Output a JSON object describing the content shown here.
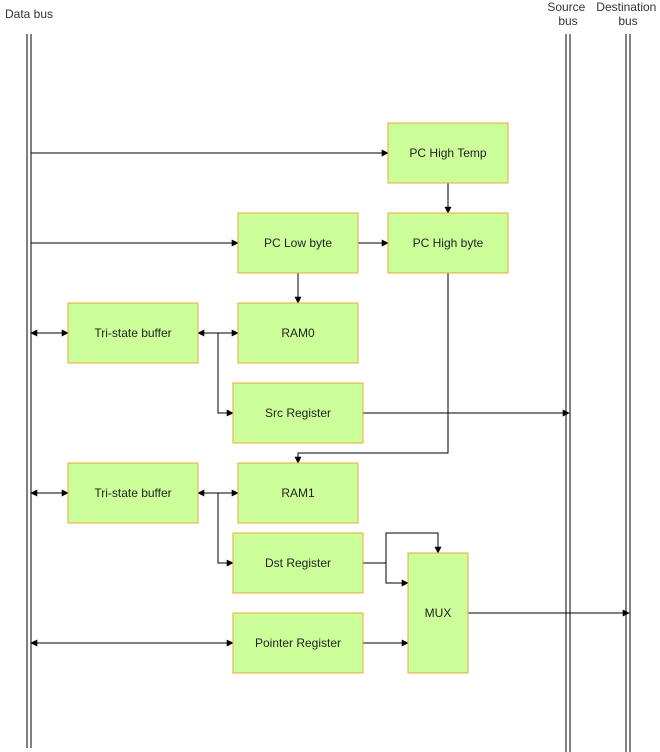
{
  "buses": {
    "data": "Data bus",
    "source_line1": "Source",
    "source_line2": "bus",
    "destination_line1": "Destination",
    "destination_line2": "bus"
  },
  "blocks": {
    "pc_high_temp": "PC High Temp",
    "pc_low_byte": "PC Low byte",
    "pc_high_byte": "PC High byte",
    "tristate_1": "Tri-state buffer",
    "ram0": "RAM0",
    "src_register": "Src Register",
    "tristate_2": "Tri-state buffer",
    "ram1": "RAM1",
    "dst_register": "Dst Register",
    "mux": "MUX",
    "pointer_register": "Pointer Register"
  },
  "colors": {
    "block_fill": "#ccff99",
    "block_stroke": "#e6a93a",
    "line": "#000000"
  }
}
